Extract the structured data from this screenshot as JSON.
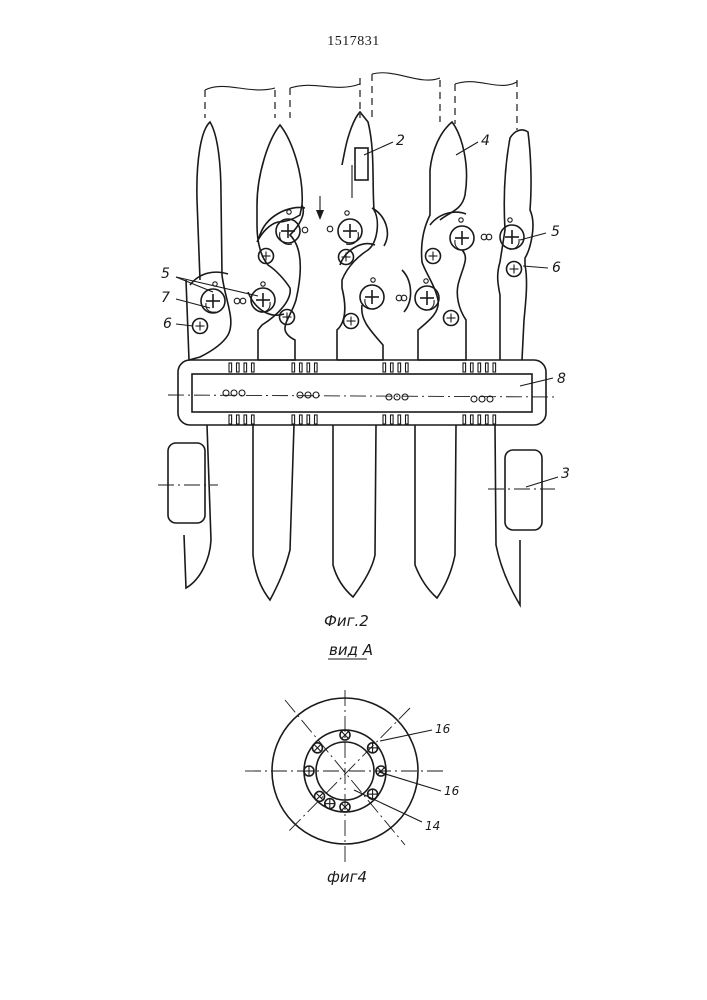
{
  "document": {
    "patent_number": "1517831"
  },
  "figure2": {
    "caption": "Фиг.2",
    "labels": {
      "l2": "2",
      "l3": "3",
      "l4": "4",
      "l5a": "5",
      "l5b": "5",
      "l6a": "6",
      "l6b": "6",
      "l7": "7",
      "l8": "8"
    }
  },
  "figure4": {
    "view_title": "вид A",
    "caption": "фиг4",
    "labels": {
      "l16a": "16",
      "l16b": "16",
      "l14": "14"
    }
  }
}
